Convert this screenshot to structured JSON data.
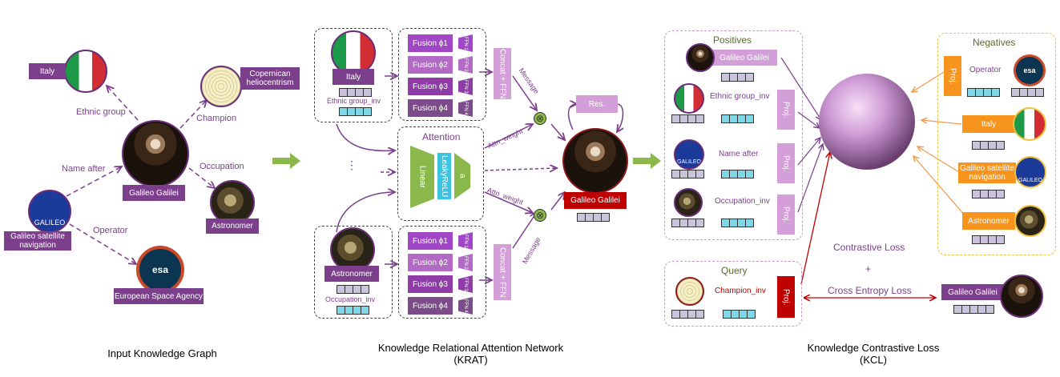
{
  "section1": {
    "caption": "Input Knowledge Graph",
    "nodes": {
      "italy": "Italy",
      "copernican": "Copernican heliocentrism",
      "galileo": "Galileo Galilei",
      "astronomer": "Astronomer",
      "galileo_sat": "Galileo satellite navigation",
      "esa": "European Space Agency",
      "galileo_logo_text": "GALILEO",
      "esa_logo_text": "esa"
    },
    "relations": {
      "ethnic_group": "Ethnic group",
      "champion": "Champion",
      "name_after": "Name after",
      "occupation": "Occupation",
      "operator": "Operator"
    }
  },
  "section2": {
    "caption_line1": "Knowledge Relational Attention Network",
    "caption_line2": "(KRAT)",
    "top_entity": "Italy",
    "top_relation": "Ethnic group_inv",
    "bottom_entity": "Astronomer",
    "bottom_relation": "Occupation_inv",
    "fusion": [
      "Fusion ϕ1",
      "Fusion ϕ2",
      "Fusion ϕ3",
      "Fusion ϕ4"
    ],
    "ffn": [
      "FFN 1",
      "FFN 2",
      "FFN 3",
      "FFN 4"
    ],
    "concat": "Concat + FFN",
    "message": "Message",
    "attention_title": "Attention",
    "linear": "Linear",
    "leaky": "LeakyReLU",
    "a": "a",
    "attn_weight": "Attn_weight",
    "ellipsis": "⋮",
    "res": "Res.",
    "center_entity": "Galileo Galilei"
  },
  "section3": {
    "caption_line1": "Knowledge Contrastive Loss",
    "caption_line2": "(KCL)",
    "positives_title": "Positives",
    "positives": {
      "galileo": "Galileo Galilei",
      "ethnic": "Ethnic group_inv",
      "name_after": "Name after",
      "occupation": "Occupation_inv"
    },
    "proj": "Proj.",
    "negatives_title": "Negatives",
    "negatives": {
      "operator": "Operator",
      "italy": "Italy",
      "galileo_sat": "Galileo satellite navigation",
      "astronomer": "Astronomer"
    },
    "query_title": "Query",
    "query_relation": "Champion_inv",
    "contrastive": "Contrastive Loss",
    "plus": "+",
    "cross_entropy": "Cross Entropy Loss",
    "target": "Galileo Galilei"
  },
  "colors": {
    "purple": "#7b3f8c",
    "green": "#8ab84a",
    "orange": "#f7941d",
    "red": "#c00000",
    "cyan": "#3cc3e0",
    "light_purple": "#d49ed8"
  }
}
